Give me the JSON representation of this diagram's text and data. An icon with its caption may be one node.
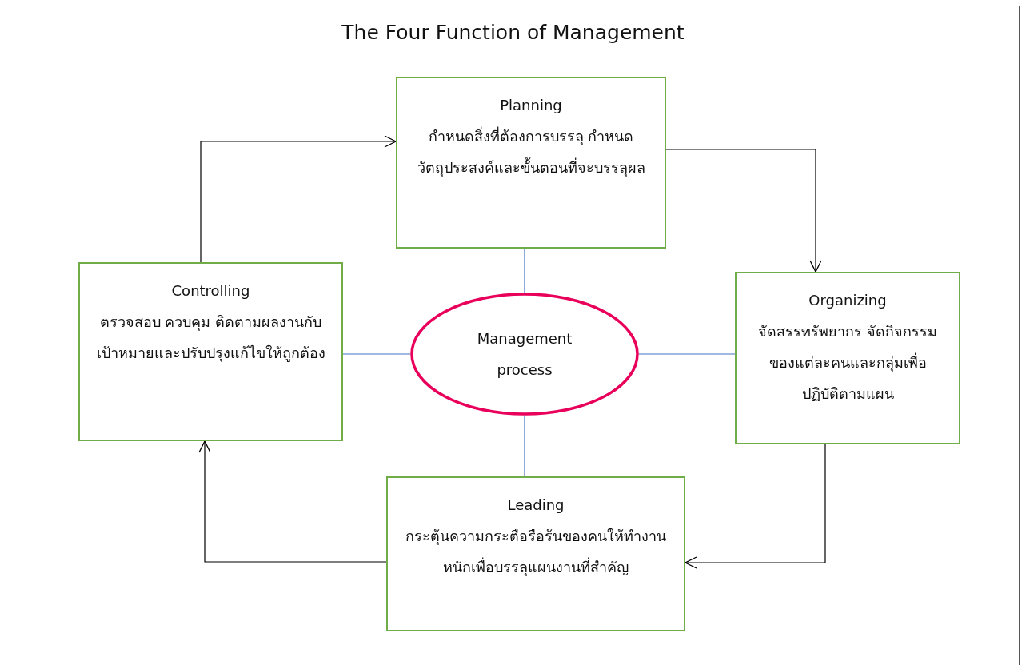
{
  "diagram": {
    "title": "The Four Function of Management",
    "nodes": [
      {
        "text": [
          "Planning",
          "กำหนดสิ่งที่ต้องการบรรลุ กำหนดวัตถุประสงค์และขั้นตอนที่จะบรรลุผล"
        ]
      },
      {
        "text": [
          "Controlling",
          "ตรวจสอบ ควบคุม ติดตามผลงานกับเป้าหมายและปรับปรุงแก้ไขให้ถูกต้อง"
        ]
      },
      {
        "text": [
          "Management process"
        ]
      },
      {
        "text": [
          "Organizing",
          "จัดสรรทรัพยากร จัดกิจกรรมของแต่ละคนและกลุ่มเพื่อปฏิบัติตามแผน"
        ]
      },
      {
        "text": [
          "Leading",
          "กระตุ้นความกระตือรือร้นของคนให้ทำงานหนักเพื่อบรรลุแผนงานที่สำคัญ"
        ]
      }
    ],
    "edges": [
      {
        "from": 0,
        "to": 3,
        "arrow": "to"
      },
      {
        "from": 3,
        "to": 4,
        "arrow": "to"
      },
      {
        "from": 4,
        "to": 1,
        "arrow": "to"
      },
      {
        "from": 1,
        "to": 0,
        "arrow": "to"
      },
      {
        "from": 0,
        "to": 2,
        "arrow": "none",
        "color": "#4472c4"
      },
      {
        "from": 1,
        "to": 2,
        "arrow": "none",
        "color": "#4472c4"
      },
      {
        "from": 2,
        "to": 3,
        "arrow": "none",
        "color": "#4472c4"
      },
      {
        "from": 2,
        "to": 4,
        "arrow": "none",
        "color": "#4472c4"
      }
    ]
  }
}
